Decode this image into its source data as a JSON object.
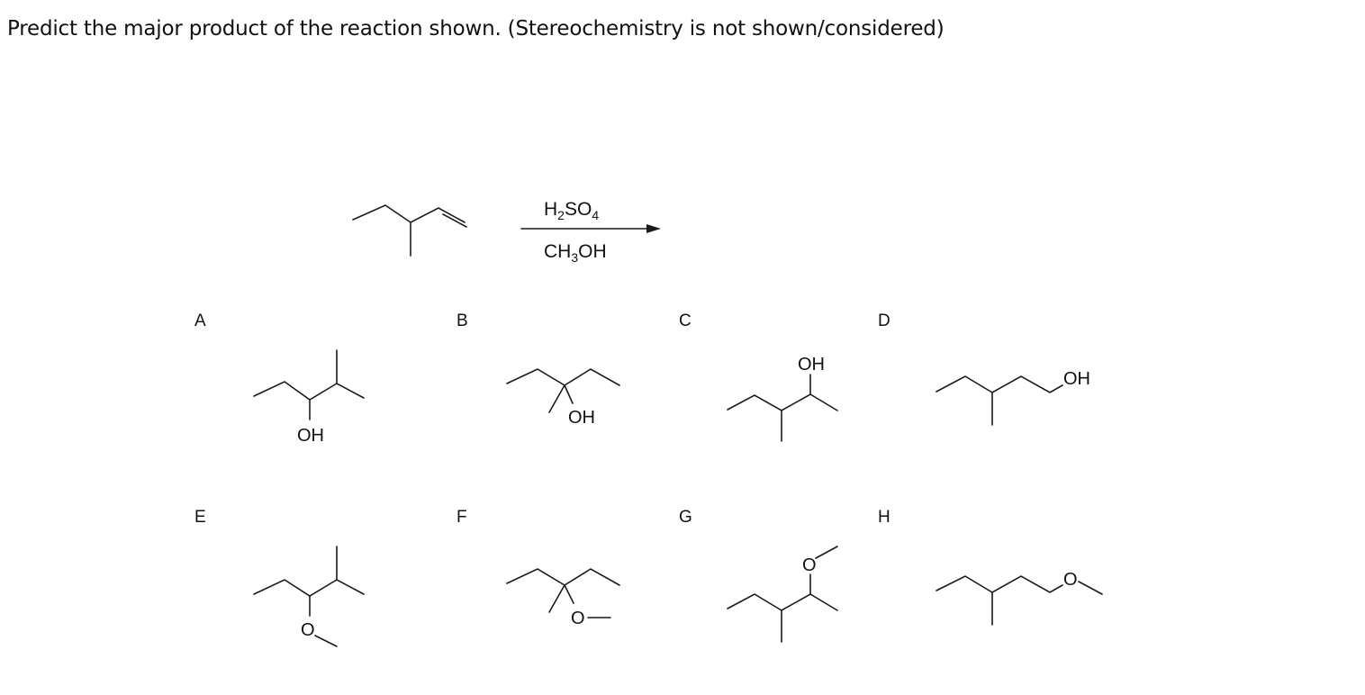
{
  "question": "Predict the major product of the reaction shown. (Stereochemistry is not shown/considered)",
  "reagents": {
    "top": {
      "main": "H",
      "sub": "2",
      "rest": "SO",
      "sub2": "4"
    },
    "bottom": {
      "main": "CH",
      "sub": "3",
      "rest": "OH"
    }
  },
  "options": [
    {
      "letter": "A",
      "atom": "OH"
    },
    {
      "letter": "B",
      "atom": "OH"
    },
    {
      "letter": "C",
      "atom": "OH"
    },
    {
      "letter": "D",
      "atom": "OH"
    },
    {
      "letter": "E",
      "atom": "O"
    },
    {
      "letter": "F",
      "atom": "O"
    },
    {
      "letter": "G",
      "atom": "O"
    },
    {
      "letter": "H",
      "atom": "O"
    }
  ]
}
